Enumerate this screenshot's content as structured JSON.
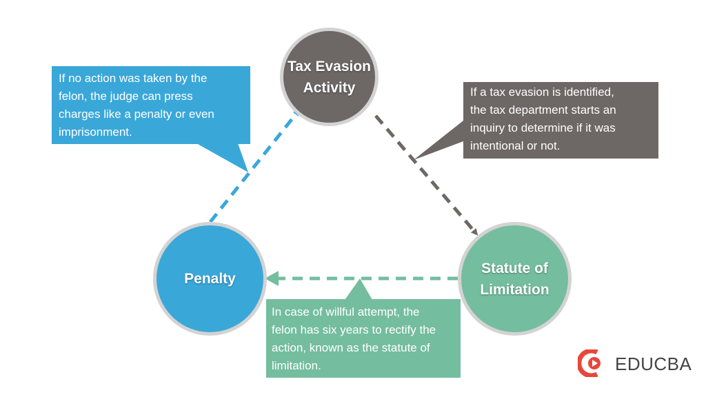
{
  "nodes": {
    "tax_evasion": {
      "label": "Tax Evasion\nActivity",
      "color": "#6d6765"
    },
    "penalty": {
      "label": "Penalty",
      "color": "#3aa7d9"
    },
    "statute": {
      "label": "Statute of\nLimitation",
      "color": "#74bd9f"
    }
  },
  "callouts": {
    "penalty": {
      "text": " If no action was taken by the\nfelon, the judge can press\ncharges like a penalty or even\nimprisonment."
    },
    "tax_evasion": {
      "text": " If a tax evasion is identified,\nthe tax department starts an\ninquiry to determine if it was\nintentional or not."
    },
    "statute": {
      "text": "In case of willful attempt, the\nfelon has six years to rectify the\naction, known as the statute of\nlimitation."
    }
  },
  "edges": [
    {
      "from": "tax_evasion",
      "to": "statute",
      "style": "dashed",
      "color": "#6d6765"
    },
    {
      "from": "statute",
      "to": "penalty",
      "style": "dashed",
      "color": "#74bd9f"
    },
    {
      "from": "penalty",
      "to": "tax_evasion",
      "style": "dashed",
      "color": "#3aa7d9"
    }
  ],
  "logo": {
    "text": "EDUCBA",
    "color": "#e8473b"
  }
}
